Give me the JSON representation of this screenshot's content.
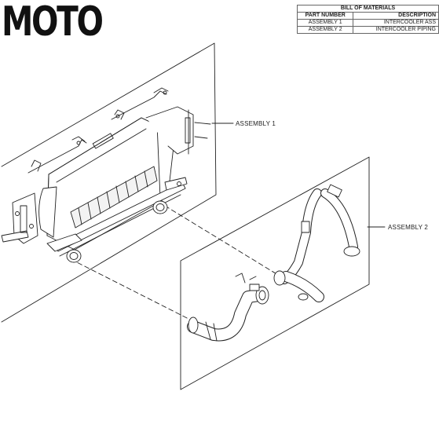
{
  "brand": {
    "logo_text": "MOTO"
  },
  "bill_of_materials": {
    "title": "BILL OF MATERIALS",
    "headers": [
      "PART NUMBER",
      "DESCRIPTION"
    ],
    "rows": [
      {
        "part_number": "ASSEMBLY 1",
        "description": "INTERCOOLER ASS"
      },
      {
        "part_number": "ASSEMBLY 2",
        "description": "INTERCOOLER PIPING"
      }
    ]
  },
  "callouts": {
    "assembly1": "ASSEMBLY 1",
    "assembly2": "ASSEMBLY 2"
  },
  "colors": {
    "line": "#222222",
    "background": "#ffffff"
  }
}
